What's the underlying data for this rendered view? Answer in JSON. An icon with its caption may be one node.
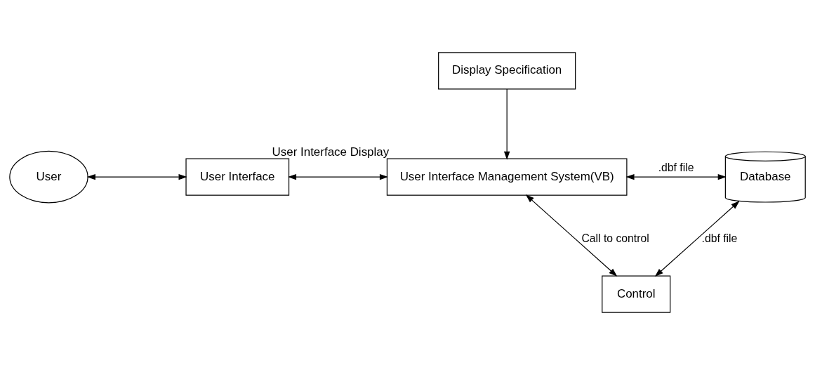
{
  "diagram": {
    "nodes": [
      {
        "text": [
          "User"
        ]
      },
      {
        "text": [
          "User Interface"
        ]
      },
      {
        "text": [
          "User Interface Management System(VB)"
        ],
        "beside": [
          "User Interface Display"
        ]
      },
      {
        "text": [
          "Database"
        ]
      },
      {
        "text": [
          "Display Specification"
        ]
      },
      {
        "text": [
          "Control"
        ]
      }
    ],
    "edges": [
      {
        "from": 0,
        "to": 1,
        "arrow": "both"
      },
      {
        "from": 1,
        "to": 2,
        "arrow": "both"
      },
      {
        "from": 2,
        "to": 3,
        "arrow": "both",
        "label": ".dbf file"
      },
      {
        "from": 4,
        "to": 2,
        "arrow": "to"
      },
      {
        "from": 2,
        "to": 5,
        "arrow": "both",
        "label": "Call to control"
      },
      {
        "from": 3,
        "to": 5,
        "arrow": "both",
        "label": ".dbf file"
      }
    ]
  }
}
